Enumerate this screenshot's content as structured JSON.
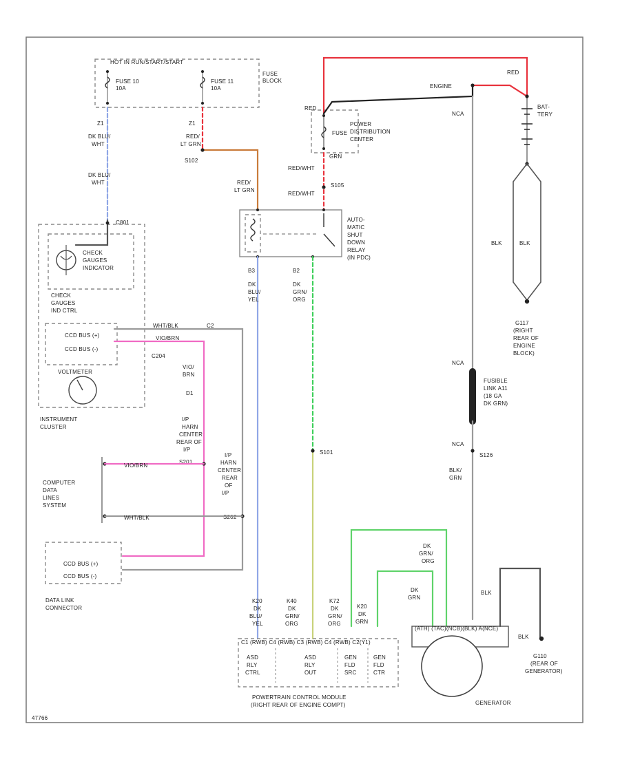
{
  "footer_code": "47766",
  "components": {
    "fuse_block": {
      "header": "HOT IN RUN/START/START",
      "fuse_a": [
        "FUSE 10",
        "10A"
      ],
      "fuse_b": [
        "FUSE 11",
        "10A"
      ],
      "label": [
        "FUSE",
        "BLOCK"
      ]
    },
    "pdc": {
      "fuse": "FUSE",
      "label": [
        "POWER",
        "DISTRIBUTION",
        "CENTER"
      ]
    },
    "relay": {
      "label": [
        "AUTO-",
        "MATIC",
        "SHUT",
        "DOWN",
        "RELAY",
        "(IN PDC)"
      ]
    },
    "battery": {
      "label": [
        "BAT-",
        "TERY"
      ]
    },
    "ground_rear_block": {
      "id": "G117",
      "label": [
        "(RIGHT",
        "REAR OF",
        "ENGINE",
        "BLOCK)"
      ]
    },
    "fusible_link": {
      "label": [
        "FUSIBLE",
        "LINK A11",
        "(18 GA",
        "DK GRN)"
      ]
    },
    "instrument_cluster": {
      "check_gauges": [
        "CHECK",
        "GAUGES",
        "INDICATOR"
      ],
      "ctrl": [
        "CHECK",
        "GAUGES",
        "IND CTRL"
      ],
      "ccd_plus": "CCD BUS (+)",
      "ccd_minus": "CCD BUS (-)",
      "voltmeter": "VOLTMETER",
      "name": [
        "INSTRUMENT",
        "CLUSTER"
      ]
    },
    "computer_data_lines": {
      "label": [
        "COMPUTER",
        "DATA",
        "LINES",
        "SYSTEM"
      ]
    },
    "data_link": {
      "ccd_plus": "CCD BUS (+)",
      "ccd_minus": "CCD BUS (-)",
      "name": [
        "DATA LINK",
        "CONNECTOR"
      ]
    },
    "pcm": {
      "pins": [
        "ASD",
        "RLY",
        "CTRL",
        "ASD",
        "RLY",
        "OUT",
        "GEN",
        "FLD",
        "SRC",
        "GEN",
        "FLD",
        "CTR"
      ],
      "name": [
        "POWERTRAIN CONTROL MODULE",
        "(RIGHT REAR OF ENGINE COMPT)"
      ]
    },
    "generator": {
      "name": "GENERATOR"
    },
    "ground_generator": {
      "id": "G110",
      "label": [
        "(REAR OF",
        "GENERATOR)"
      ]
    }
  },
  "wire_labels": {
    "z1_dkbluwht_1": [
      "Z1",
      "DK BLU/",
      "WHT"
    ],
    "dkbluwht_2": [
      "DK BLU/",
      "WHT"
    ],
    "z1_red_ltgrn": [
      "Z1",
      "RED/",
      "LT GRN"
    ],
    "s102": "S102",
    "red_ltgrn_2": [
      "RED/",
      "LT GRN"
    ],
    "engine": "ENGINE",
    "red_top": "RED",
    "red_pdc": "RED",
    "nca_top": "NCA",
    "redwht_1": "RED/WHT",
    "s105": "S105",
    "redwht_2": "RED/WHT",
    "grn": "GRN",
    "c801": "C801",
    "b3_dkbluyel": [
      "B3",
      "DK",
      "BLU/",
      "YEL"
    ],
    "b2_dkgrnorg": [
      "B2",
      "DK",
      "GRN/",
      "ORG"
    ],
    "blk_bat_a": "BLK",
    "blk_bat_b": "BLK",
    "wht_blk_c1": "WHT/BLK",
    "c2": "C2",
    "vio_brn_c1": "VIO/BRN",
    "c204": "C204",
    "vio_brn": [
      "VIO/",
      "BRN"
    ],
    "d1": "D1",
    "ip_harn_1": [
      "I/P",
      "HARN",
      "CENTER",
      "REAR OF",
      "I/P"
    ],
    "s201": "S201",
    "vio_brn_cdl": "VIO/BRN",
    "ip_harn_2": [
      "I/P",
      "HARN",
      "CENTER",
      "REAR",
      "OF",
      "I/P"
    ],
    "wht_blk_cdl": "WHT/BLK",
    "s202": "S202",
    "s101": "S101",
    "nca_fl": "NCA",
    "nca_s126": "NCA",
    "s126": "S126",
    "blk_grn": [
      "BLK/",
      "GRN"
    ],
    "dkgrn_org_gen": [
      "DK",
      "GRN/",
      "ORG"
    ],
    "dkgrn": [
      "DK",
      "GRN"
    ],
    "blk_gen": "BLK",
    "blk_g110": "BLK",
    "pcm_k20": [
      "K20",
      "DK",
      "BLU/",
      "YEL"
    ],
    "pcm_k40": [
      "K40",
      "DK",
      "GRN/",
      "ORG"
    ],
    "pcm_k72": [
      "K72",
      "DK",
      "GRN/",
      "ORG"
    ],
    "pcm_k20b": [
      "K20",
      "DK",
      "GRN"
    ],
    "pcm_conn": "C1 (RWB)  C4 (RWB)   C3 (RWB)   C4 (RWB)  C2(Y1)",
    "gen_conn": "(ATH)  (TAC)(NCB)(BLK)  A(NCE)"
  },
  "colors": {
    "red": "#e8323c",
    "orange": "#c97b3a",
    "blue": "#8fa6e6",
    "green_dash": "#3ecf5a",
    "yellow_green": "#c8d27a",
    "green": "#5fd36a",
    "pink": "#f06bc4",
    "gray": "#9a9a9a",
    "black": "#222222"
  }
}
